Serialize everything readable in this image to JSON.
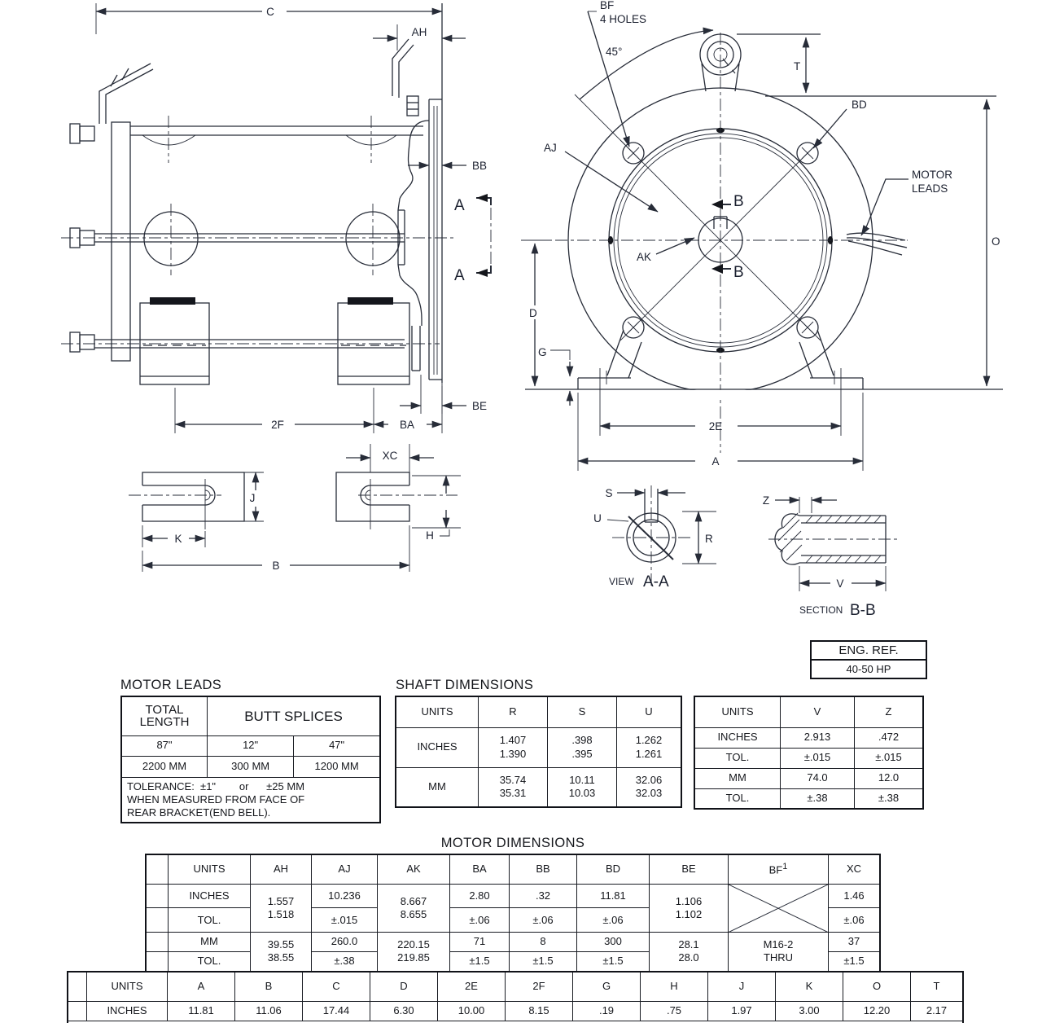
{
  "drawing": {
    "side_view": {
      "labels": {
        "C": "C",
        "AH": "AH",
        "BB": "BB",
        "A_top": "A",
        "A_bottom": "A",
        "BE": "BE",
        "F2": "2F",
        "BA": "BA",
        "XC": "XC",
        "J": "J",
        "K": "K",
        "B": "B",
        "H": "H"
      }
    },
    "front_view": {
      "labels": {
        "BF": "BF",
        "holes": "4 HOLES",
        "angle": "45°",
        "T": "T",
        "BD": "BD",
        "AJ": "AJ",
        "motor": "MOTOR",
        "leads": "LEADS",
        "B_top": "B",
        "B_bottom": "B",
        "AK": "AK",
        "O": "O",
        "D": "D",
        "G": "G",
        "E2": "2E",
        "A": "A"
      }
    },
    "view_aa": {
      "labels": {
        "S": "S",
        "U": "U",
        "R": "R"
      },
      "caption_prefix": "VIEW",
      "caption": "A-A"
    },
    "section_bb": {
      "labels": {
        "Z": "Z",
        "V": "V"
      },
      "caption_prefix": "SECTION",
      "caption": "B-B"
    }
  },
  "eng_ref": {
    "title": "ENG. REF.",
    "value": "40-50 HP"
  },
  "motor_leads": {
    "title": "MOTOR LEADS",
    "col1_header": "TOTAL LENGTH",
    "col2_header": "BUTT SPLICES",
    "rows": [
      [
        "87\"",
        "12\"",
        "47\""
      ],
      [
        "2200 MM",
        "300 MM",
        "1200 MM"
      ]
    ],
    "note_line1": "TOLERANCE:  ±1\"        or      ±25 MM",
    "note_line2": "WHEN MEASURED FROM FACE OF",
    "note_line3": "REAR BRACKET(END BELL)."
  },
  "shaft_dimensions": {
    "title": "SHAFT DIMENSIONS",
    "table1": {
      "headers": [
        "UNITS",
        "R",
        "S",
        "U"
      ],
      "rows": [
        {
          "label": "INCHES",
          "values": [
            [
              "1.407",
              "1.390"
            ],
            [
              ".398",
              ".395"
            ],
            [
              "1.262",
              "1.261"
            ]
          ]
        },
        {
          "label": "MM",
          "values": [
            [
              "35.74",
              "35.31"
            ],
            [
              "10.11",
              "10.03"
            ],
            [
              "32.06",
              "32.03"
            ]
          ]
        }
      ]
    },
    "table2": {
      "headers": [
        "UNITS",
        "V",
        "Z"
      ],
      "rows": [
        [
          "INCHES",
          "2.913",
          ".472"
        ],
        [
          "TOL.",
          "±.015",
          "±.015"
        ],
        [
          "MM",
          "74.0",
          "12.0"
        ],
        [
          "TOL.",
          "±.38",
          "±.38"
        ]
      ]
    }
  },
  "motor_dimensions": {
    "title": "MOTOR DIMENSIONS",
    "headers": [
      "UNITS",
      "AH",
      "AJ",
      "AK",
      "BA",
      "BB",
      "BD",
      "BE",
      "BF",
      "XC"
    ],
    "bf_superscript": "1",
    "row_labels": [
      "INCHES",
      "TOL.",
      "MM",
      "TOL."
    ],
    "ah": {
      "inches": [
        "1.557",
        "1.518"
      ],
      "mm": [
        "39.55",
        "38.55"
      ]
    },
    "aj": {
      "inches": [
        "10.236",
        "±.015"
      ],
      "mm": [
        "260.0",
        "±.38"
      ]
    },
    "ak": {
      "inches": [
        "8.667",
        "8.655"
      ],
      "mm": [
        "220.15",
        "219.85"
      ]
    },
    "ba": {
      "inches": [
        "2.80",
        "±.06"
      ],
      "mm": [
        "71",
        "±1.5"
      ]
    },
    "bb": {
      "inches": [
        ".32",
        "±.06"
      ],
      "mm": [
        "8",
        "±1.5"
      ]
    },
    "bd": {
      "inches": [
        "11.81",
        "±.06"
      ],
      "mm": [
        "300",
        "±1.5"
      ]
    },
    "be": {
      "inches": [
        "1.106",
        "1.102"
      ],
      "mm": [
        "28.1",
        "28.0"
      ]
    },
    "bf": {
      "mm": [
        "M16-2",
        "THRU"
      ]
    },
    "xc": {
      "inches": [
        "1.46",
        "±.06"
      ],
      "mm": [
        "37",
        "±1.5"
      ]
    }
  },
  "overall_dimensions": {
    "headers": [
      "UNITS",
      "A",
      "B",
      "C",
      "D",
      "2E",
      "2F",
      "G",
      "H",
      "J",
      "K",
      "O",
      "T"
    ],
    "row_label": "INCHES",
    "values": [
      "11.81",
      "11.06",
      "17.44",
      "6.30",
      "10.00",
      "8.15",
      ".19",
      ".75",
      "1.97",
      "3.00",
      "12.20",
      "2.17"
    ]
  }
}
